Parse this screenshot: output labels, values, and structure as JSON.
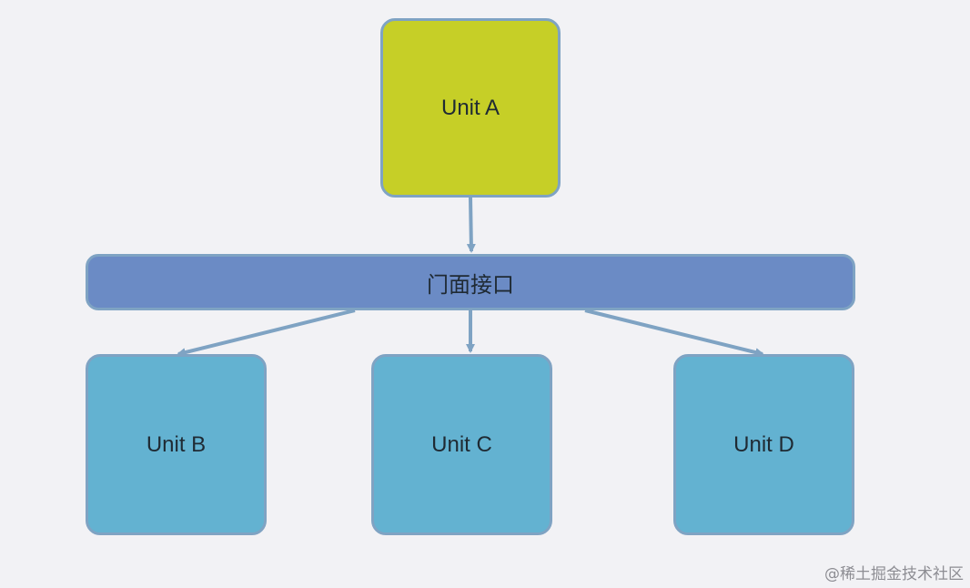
{
  "diagram": {
    "nodes": [
      {
        "id": "unit-a",
        "label": "Unit A"
      },
      {
        "id": "facade",
        "label": "门面接口"
      },
      {
        "id": "unit-b",
        "label": "Unit B"
      },
      {
        "id": "unit-c",
        "label": "Unit C"
      },
      {
        "id": "unit-d",
        "label": "Unit D"
      }
    ],
    "edges": [
      {
        "from": "unit-a",
        "to": "facade"
      },
      {
        "from": "facade",
        "to": "unit-b"
      },
      {
        "from": "facade",
        "to": "unit-c"
      },
      {
        "from": "facade",
        "to": "unit-d"
      }
    ],
    "colors": {
      "background": "#f2f2f5",
      "unit_a": "#c6cf27",
      "facade": "#6b8bc5",
      "units": "#63b2d1",
      "border_and_arrows": "#7fa3c3"
    }
  },
  "watermark": "@稀土掘金技术社区"
}
